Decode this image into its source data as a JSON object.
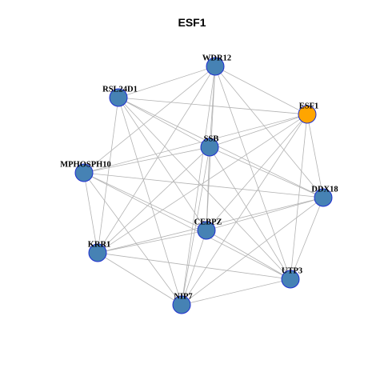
{
  "title": "ESF1",
  "colors": {
    "default_node": "#4682b4",
    "highlight_node": "#ffa500",
    "node_border": "#1f2fd0",
    "edge": "#b3b3b3"
  },
  "nodes": [
    {
      "id": "WDR12",
      "label": "WDR12",
      "highlight": false
    },
    {
      "id": "RSL24D1",
      "label": "RSL24D1",
      "highlight": false
    },
    {
      "id": "ESF1",
      "label": "ESF1",
      "highlight": true
    },
    {
      "id": "SSB",
      "label": "SSB",
      "highlight": false
    },
    {
      "id": "MPHOSPH10",
      "label": "MPHOSPH10",
      "highlight": false
    },
    {
      "id": "DDX18",
      "label": "DDX18",
      "highlight": false
    },
    {
      "id": "CEBPZ",
      "label": "CEBPZ",
      "highlight": false
    },
    {
      "id": "KRR1",
      "label": "KRR1",
      "highlight": false
    },
    {
      "id": "UTP3",
      "label": "UTP3",
      "highlight": false
    },
    {
      "id": "NIP7",
      "label": "NIP7",
      "highlight": false
    }
  ],
  "edges": [
    [
      "WDR12",
      "RSL24D1"
    ],
    [
      "WDR12",
      "ESF1"
    ],
    [
      "WDR12",
      "SSB"
    ],
    [
      "WDR12",
      "MPHOSPH10"
    ],
    [
      "WDR12",
      "DDX18"
    ],
    [
      "WDR12",
      "CEBPZ"
    ],
    [
      "WDR12",
      "KRR1"
    ],
    [
      "WDR12",
      "UTP3"
    ],
    [
      "WDR12",
      "NIP7"
    ],
    [
      "RSL24D1",
      "ESF1"
    ],
    [
      "RSL24D1",
      "SSB"
    ],
    [
      "RSL24D1",
      "DDX18"
    ],
    [
      "RSL24D1",
      "CEBPZ"
    ],
    [
      "RSL24D1",
      "KRR1"
    ],
    [
      "RSL24D1",
      "UTP3"
    ],
    [
      "RSL24D1",
      "NIP7"
    ],
    [
      "ESF1",
      "SSB"
    ],
    [
      "ESF1",
      "MPHOSPH10"
    ],
    [
      "ESF1",
      "DDX18"
    ],
    [
      "ESF1",
      "CEBPZ"
    ],
    [
      "ESF1",
      "KRR1"
    ],
    [
      "ESF1",
      "UTP3"
    ],
    [
      "ESF1",
      "NIP7"
    ],
    [
      "SSB",
      "MPHOSPH10"
    ],
    [
      "SSB",
      "DDX18"
    ],
    [
      "SSB",
      "CEBPZ"
    ],
    [
      "SSB",
      "KRR1"
    ],
    [
      "SSB",
      "UTP3"
    ],
    [
      "SSB",
      "NIP7"
    ],
    [
      "MPHOSPH10",
      "DDX18"
    ],
    [
      "MPHOSPH10",
      "CEBPZ"
    ],
    [
      "MPHOSPH10",
      "KRR1"
    ],
    [
      "MPHOSPH10",
      "UTP3"
    ],
    [
      "MPHOSPH10",
      "NIP7"
    ],
    [
      "DDX18",
      "CEBPZ"
    ],
    [
      "DDX18",
      "KRR1"
    ],
    [
      "DDX18",
      "UTP3"
    ],
    [
      "DDX18",
      "NIP7"
    ],
    [
      "CEBPZ",
      "KRR1"
    ],
    [
      "CEBPZ",
      "UTP3"
    ],
    [
      "CEBPZ",
      "NIP7"
    ],
    [
      "KRR1",
      "UTP3"
    ],
    [
      "KRR1",
      "NIP7"
    ],
    [
      "UTP3",
      "NIP7"
    ]
  ]
}
